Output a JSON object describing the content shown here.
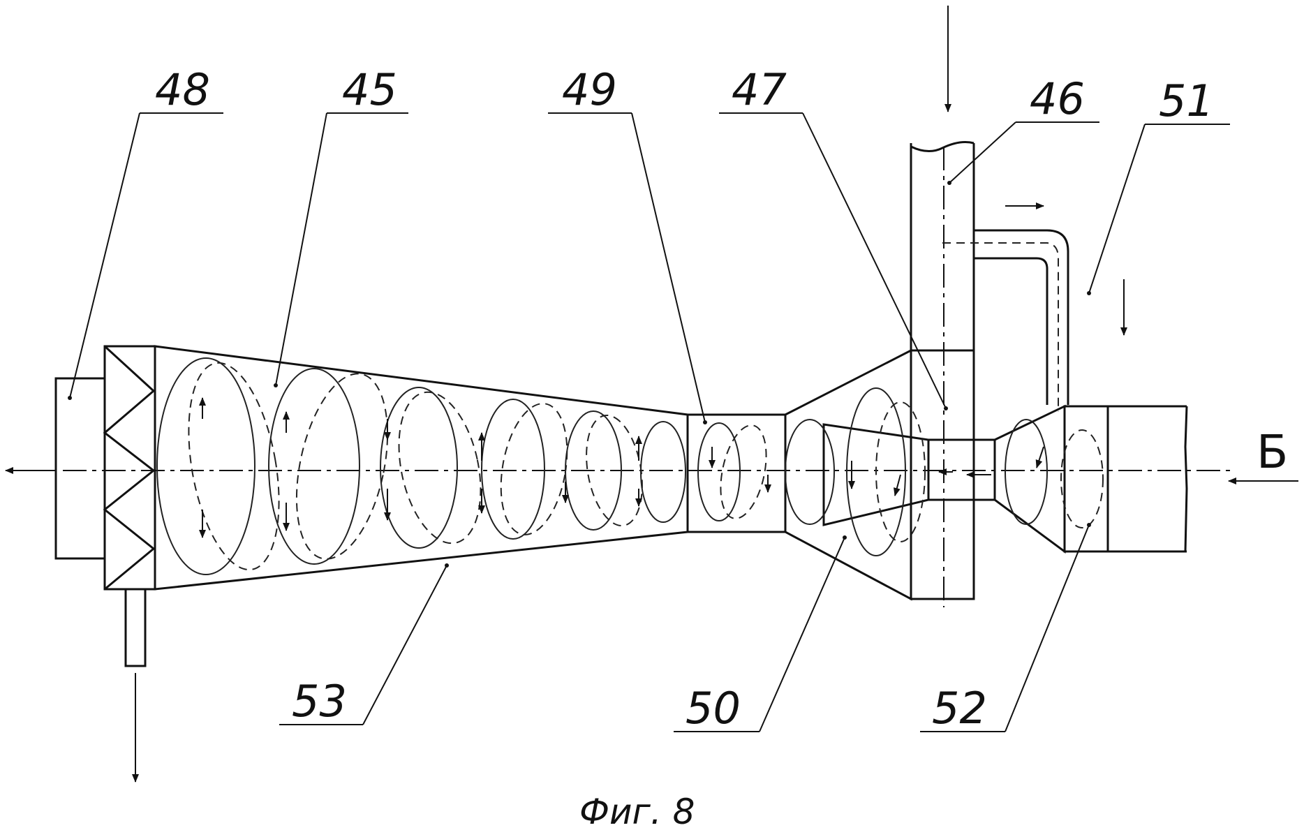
{
  "labels": {
    "l48": "48",
    "l45": "45",
    "l49": "49",
    "l47": "47",
    "l46": "46",
    "l51": "51",
    "l53": "53",
    "l50": "50",
    "l52": "52"
  },
  "view_label": "Б",
  "caption": "Фиг. 8"
}
